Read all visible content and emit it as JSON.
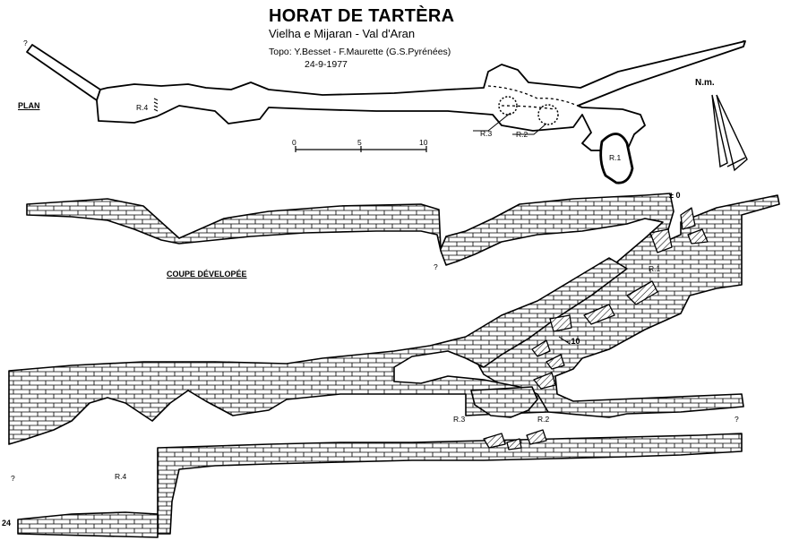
{
  "header": {
    "title": "HORAT DE TARTÈRA",
    "subtitle": "Vielha e Mijaran - Val d'Aran",
    "topo": "Topo: Y.Besset - F.Maurette (G.S.Pyrénées)",
    "date": "24-9-1977"
  },
  "plan": {
    "label": "PLAN",
    "north": "N.m.",
    "scale": [
      "0",
      "5",
      "10"
    ],
    "markers": [
      "R.4",
      "R.3",
      "R.2",
      "R.1"
    ],
    "unknown": "?"
  },
  "section": {
    "label": "COUPE DÉVELOPÉE",
    "depth_top": "± 0",
    "depth_mid": "- 10",
    "markers": [
      "R.1",
      "R.3",
      "R.2",
      "R.4"
    ],
    "unknown": "?"
  },
  "page_number": "24"
}
